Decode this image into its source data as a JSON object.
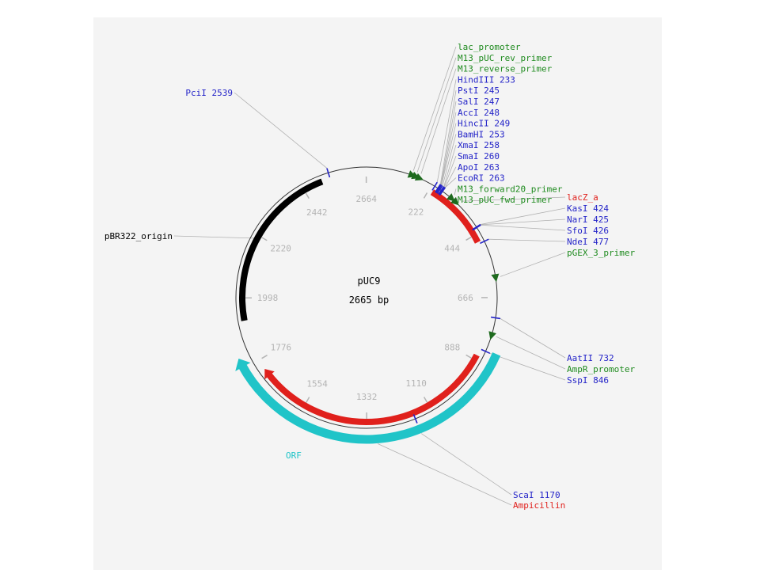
{
  "plasmid": {
    "name": "pUC9",
    "length_bp": 2665,
    "size_label": "2665 bp",
    "backbone_color": "#000000"
  },
  "ticks": [
    {
      "position": 222,
      "label": "222"
    },
    {
      "position": 444,
      "label": "444"
    },
    {
      "position": 666,
      "label": "666"
    },
    {
      "position": 888,
      "label": "888"
    },
    {
      "position": 1110,
      "label": "1110"
    },
    {
      "position": 1332,
      "label": "1332"
    },
    {
      "position": 1554,
      "label": "1554"
    },
    {
      "position": 1776,
      "label": "1776"
    },
    {
      "position": 1998,
      "label": "1998"
    },
    {
      "position": 2220,
      "label": "2220"
    },
    {
      "position": 2442,
      "label": "2442"
    },
    {
      "position": 2664,
      "label": "2664"
    }
  ],
  "features": [
    {
      "name": "lacZ_a",
      "start": 236,
      "end": 470,
      "color": "#e0201c",
      "track": "inner",
      "arrow": false
    },
    {
      "name": "Ampicillin",
      "start": 870,
      "end": 1740,
      "color": "#e0201c",
      "track": "inner",
      "arrow": true
    },
    {
      "name": "ORF",
      "start": 840,
      "end": 1810,
      "color": "#20c4c8",
      "track": "outer",
      "arrow": true
    },
    {
      "name": "pBR322_origin",
      "start": 1920,
      "end": 2510,
      "color": "#000000",
      "track": "inner",
      "arrow": false
    }
  ],
  "sites_top": [
    {
      "label": "lac_promoter",
      "pos": 150,
      "color": "#1e8a1e",
      "kind": "primer"
    },
    {
      "label": "M13_pUC_rev_primer",
      "pos": 163,
      "color": "#1e8a1e",
      "kind": "primer"
    },
    {
      "label": "M13_reverse_primer",
      "pos": 176,
      "color": "#1e8a1e",
      "kind": "primer"
    },
    {
      "label": "HindIII 233",
      "pos": 233,
      "color": "#2424c8",
      "kind": "site"
    },
    {
      "label": "PstI 245",
      "pos": 245,
      "color": "#2424c8",
      "kind": "site"
    },
    {
      "label": "SalI 247",
      "pos": 247,
      "color": "#2424c8",
      "kind": "site"
    },
    {
      "label": "AccI 248",
      "pos": 248,
      "color": "#2424c8",
      "kind": "site"
    },
    {
      "label": "HincII 249",
      "pos": 249,
      "color": "#2424c8",
      "kind": "site"
    },
    {
      "label": "BamHI 253",
      "pos": 253,
      "color": "#2424c8",
      "kind": "site"
    },
    {
      "label": "XmaI 258",
      "pos": 258,
      "color": "#2424c8",
      "kind": "site"
    },
    {
      "label": "SmaI 260",
      "pos": 260,
      "color": "#2424c8",
      "kind": "site"
    },
    {
      "label": "ApoI 263",
      "pos": 263,
      "color": "#2424c8",
      "kind": "site"
    },
    {
      "label": "EcoRI 263",
      "pos": 263,
      "color": "#2424c8",
      "kind": "site"
    },
    {
      "label": "M13_forward20_primer",
      "pos": 300,
      "color": "#1e8a1e",
      "kind": "primer"
    },
    {
      "label": "M13_pUC_fwd_primer",
      "pos": 318,
      "color": "#1e8a1e",
      "kind": "primer"
    }
  ],
  "sites_right": [
    {
      "label": "lacZ_a",
      "pos": 330,
      "color": "#e0201c",
      "kind": "feature"
    },
    {
      "label": "KasI 424",
      "pos": 424,
      "color": "#2424c8",
      "kind": "site"
    },
    {
      "label": "NarI 425",
      "pos": 425,
      "color": "#2424c8",
      "kind": "site"
    },
    {
      "label": "SfoI 426",
      "pos": 426,
      "color": "#2424c8",
      "kind": "site"
    },
    {
      "label": "NdeI 477",
      "pos": 477,
      "color": "#2424c8",
      "kind": "site"
    },
    {
      "label": "pGEX_3_primer",
      "pos": 600,
      "color": "#1e8a1e",
      "kind": "primer"
    }
  ],
  "sites_lower_right": [
    {
      "label": "AatII 732",
      "pos": 732,
      "color": "#2424c8",
      "kind": "site"
    },
    {
      "label": "AmpR_promoter",
      "pos": 790,
      "color": "#1e8a1e",
      "kind": "primer"
    },
    {
      "label": "SspI 846",
      "pos": 846,
      "color": "#2424c8",
      "kind": "site"
    }
  ],
  "sites_bottom": [
    {
      "label": "ScaI 1170",
      "pos": 1170,
      "color": "#2424c8",
      "kind": "site"
    },
    {
      "label": "Ampicillin",
      "pos": 1300,
      "color": "#e0201c",
      "kind": "feature"
    }
  ],
  "sites_left": [
    {
      "label": "PciI 2539",
      "pos": 2539,
      "color": "#2424c8",
      "kind": "site"
    },
    {
      "label": "pBR322_origin",
      "pos": 2210,
      "color": "#000000",
      "kind": "feature"
    }
  ],
  "orf_label": {
    "label": "ORF",
    "color": "#20c4c8"
  }
}
